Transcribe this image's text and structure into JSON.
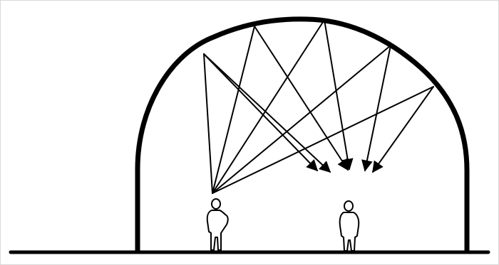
{
  "diagram": {
    "type": "acoustic reflection from a domed ceiling",
    "elements": [
      "ground-line",
      "dome-wall",
      "speaker-figure",
      "listener-figure",
      "reflected-rays"
    ],
    "ray_count": 5,
    "colors": {
      "ink": "#000000",
      "background": "#ffffff",
      "frame": "#d9d9d9"
    }
  }
}
